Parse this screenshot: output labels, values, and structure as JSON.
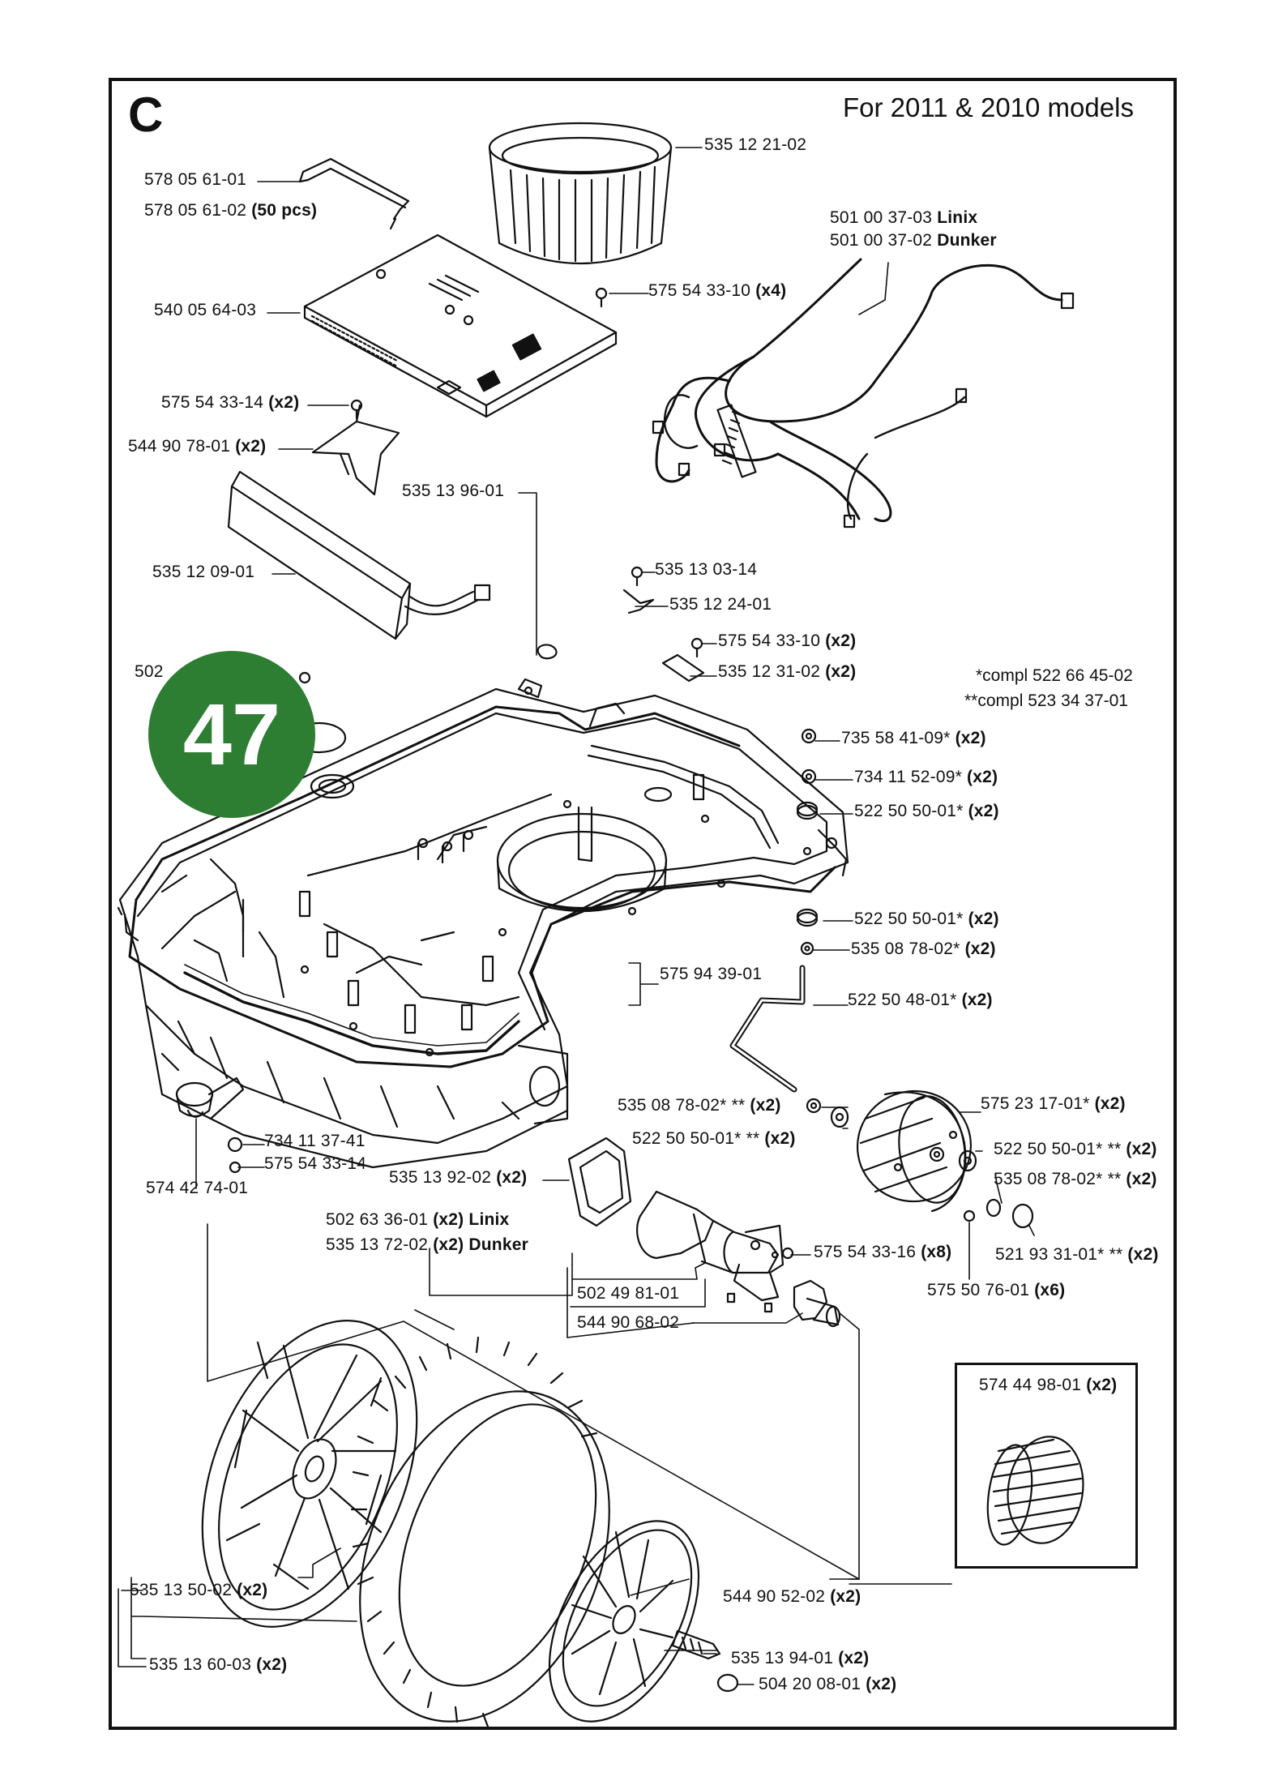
{
  "section": "C",
  "models": "For 2011 & 2010 models",
  "page_badge": "47",
  "notes": {
    "single_star": "*compl 522 66 45-02",
    "double_star": "**compl 523 34 37-01"
  },
  "parts": [
    {
      "id": "p1",
      "num": "535 12 21-02",
      "qty": ""
    },
    {
      "id": "p2",
      "num": "578 05 61-01",
      "qty": ""
    },
    {
      "id": "p3",
      "num": "578 05 61-02",
      "qty": "(50 pcs)"
    },
    {
      "id": "p4",
      "num": "501 00 37-03",
      "qty": "Linix"
    },
    {
      "id": "p5",
      "num": "501 00 37-02",
      "qty": "Dunker"
    },
    {
      "id": "p6",
      "num": "575 54 33-10",
      "qty": "(x4)"
    },
    {
      "id": "p7",
      "num": "540 05 64-03",
      "qty": ""
    },
    {
      "id": "p8",
      "num": "575 54 33-14",
      "qty": "(x2)"
    },
    {
      "id": "p9",
      "num": "544 90 78-01",
      "qty": "(x2)"
    },
    {
      "id": "p10",
      "num": "535 13 96-01",
      "qty": ""
    },
    {
      "id": "p11",
      "num": "535 12 09-01",
      "qty": ""
    },
    {
      "id": "p12",
      "num": "535 13 03-14",
      "qty": ""
    },
    {
      "id": "p13",
      "num": "535 12 24-01",
      "qty": ""
    },
    {
      "id": "p14",
      "num": "575 54 33-10",
      "qty": "(x2)"
    },
    {
      "id": "p15",
      "num": "535 12 31-02",
      "qty": "(x2)"
    },
    {
      "id": "p16",
      "num": "502",
      "qty": ""
    },
    {
      "id": "p17",
      "num": "735 58 41-09*",
      "qty": "(x2)"
    },
    {
      "id": "p18",
      "num": "734 11 52-09*",
      "qty": "(x2)"
    },
    {
      "id": "p19",
      "num": "522 50 50-01*",
      "qty": "(x2)"
    },
    {
      "id": "p20",
      "num": "522 50 50-01*",
      "qty": "(x2)"
    },
    {
      "id": "p21",
      "num": "535 08 78-02*",
      "qty": "(x2)"
    },
    {
      "id": "p22",
      "num": "575 94 39-01",
      "qty": ""
    },
    {
      "id": "p23",
      "num": "522 50 48-01*",
      "qty": "(x2)"
    },
    {
      "id": "p24",
      "num": "535 08 78-02* **",
      "qty": "(x2)"
    },
    {
      "id": "p25",
      "num": "575 23 17-01*",
      "qty": "(x2)"
    },
    {
      "id": "p26",
      "num": "522 50 50-01* **",
      "qty": "(x2)"
    },
    {
      "id": "p27",
      "num": "522 50 50-01* **",
      "qty": "(x2)"
    },
    {
      "id": "p28",
      "num": "535 08 78-02* **",
      "qty": "(x2)"
    },
    {
      "id": "p29",
      "num": "734 11 37-41",
      "qty": ""
    },
    {
      "id": "p30",
      "num": "575 54 33-14",
      "qty": ""
    },
    {
      "id": "p31",
      "num": "535 13 92-02",
      "qty": "(x2)"
    },
    {
      "id": "p32",
      "num": "574 42 74-01",
      "qty": ""
    },
    {
      "id": "p33",
      "num": "502 63 36-01",
      "qty": "(x2) Linix"
    },
    {
      "id": "p34",
      "num": "535 13 72-02",
      "qty": "(x2) Dunker"
    },
    {
      "id": "p35",
      "num": "575 54 33-16",
      "qty": "(x8)"
    },
    {
      "id": "p36",
      "num": "521 93 31-01* **",
      "qty": "(x2)"
    },
    {
      "id": "p37",
      "num": "502 49 81-01",
      "qty": ""
    },
    {
      "id": "p38",
      "num": "575 50 76-01",
      "qty": "(x6)"
    },
    {
      "id": "p39",
      "num": "544 90 68-02",
      "qty": ""
    },
    {
      "id": "p40",
      "num": "574 44 98-01",
      "qty": "(x2)"
    },
    {
      "id": "p41",
      "num": "535 13 50-02",
      "qty": "(x2)"
    },
    {
      "id": "p42",
      "num": "544 90 52-02",
      "qty": "(x2)"
    },
    {
      "id": "p43",
      "num": "535 13 94-01",
      "qty": "(x2)"
    },
    {
      "id": "p44",
      "num": "535 13 60-03",
      "qty": "(x2)"
    },
    {
      "id": "p45",
      "num": "504 20 08-01",
      "qty": "(x2)"
    }
  ]
}
